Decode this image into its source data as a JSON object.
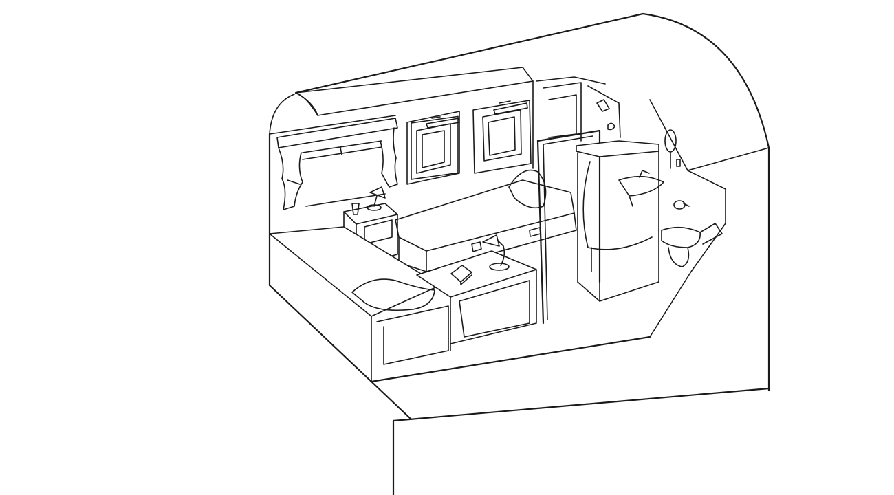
{
  "illustration": {
    "subject": "cutaway-train-sleeper-compartment",
    "style": "line-art",
    "colors": {
      "background": "#ffffff",
      "ink": "#1a1a1a"
    },
    "components": [
      "carriage-shell",
      "window",
      "curtains",
      "framed-pictures",
      "lower-bunk",
      "upper-bunk-bed",
      "pillows",
      "bedside-cabinet",
      "table",
      "reading-lamps",
      "book",
      "glass",
      "doorway",
      "shower",
      "washbasin",
      "mirror",
      "toilet",
      "toilet-roll",
      "light-fixture"
    ]
  }
}
